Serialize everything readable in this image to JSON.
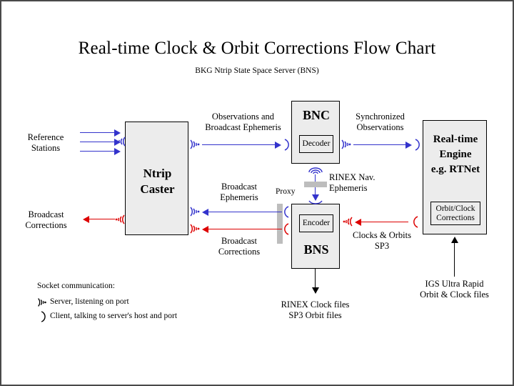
{
  "page": {
    "title": "Real-time Clock & Orbit Corrections Flow Chart",
    "subtitle": "BKG Ntrip State Space Server  (BNS)"
  },
  "colors": {
    "blue": "#3333cc",
    "red": "#dd0000",
    "box_fill": "#ececec",
    "box_border": "#000000",
    "proxy_gray": "#bdbdbd",
    "frame_border": "#4a4a4a"
  },
  "boxes": {
    "ntrip_caster": {
      "label": "Ntrip\nCaster"
    },
    "bnc": {
      "label": "BNC",
      "sub_label": "Decoder"
    },
    "bns": {
      "label": "BNS",
      "sub_label": "Encoder"
    },
    "rt_engine": {
      "label": "Real-time\nEngine\ne.g. RTNet",
      "sub_label": "Orbit/Clock\nCorrections"
    }
  },
  "labels": {
    "reference_stations": "Reference\nStations",
    "broadcast_corrections_left": "Broadcast\nCorrections",
    "observations_and_broadcast_ephemeris": "Observations and\nBroadcast Ephemeris",
    "synchronized_observations": "Synchronized\nObservations",
    "rinex_nav_ephemeris": "RINEX Nav.\nEphemeris",
    "proxy": "Proxy",
    "broadcast_ephemeris": "Broadcast\nEphemeris",
    "broadcast_corrections_mid": "Broadcast\nCorrections",
    "clocks_and_orbits_sp3": "Clocks & Orbits\nSP3",
    "rinex_clock_sp3_files": "RINEX Clock files\nSP3 Orbit files",
    "igs_ultra_rapid": "IGS Ultra Rapid\nOrbit & Clock files"
  },
  "legend": {
    "heading": "Socket communication:",
    "server_text": "Server, listening on port",
    "client_text": "Client, talking to server's host and port",
    "server_icon": "socket-server-icon",
    "client_icon": "socket-client-icon"
  },
  "icons": {
    "socket_server": "socket-server-icon",
    "socket_client": "socket-client-icon",
    "file_transfer": "file-transfer-icon"
  }
}
